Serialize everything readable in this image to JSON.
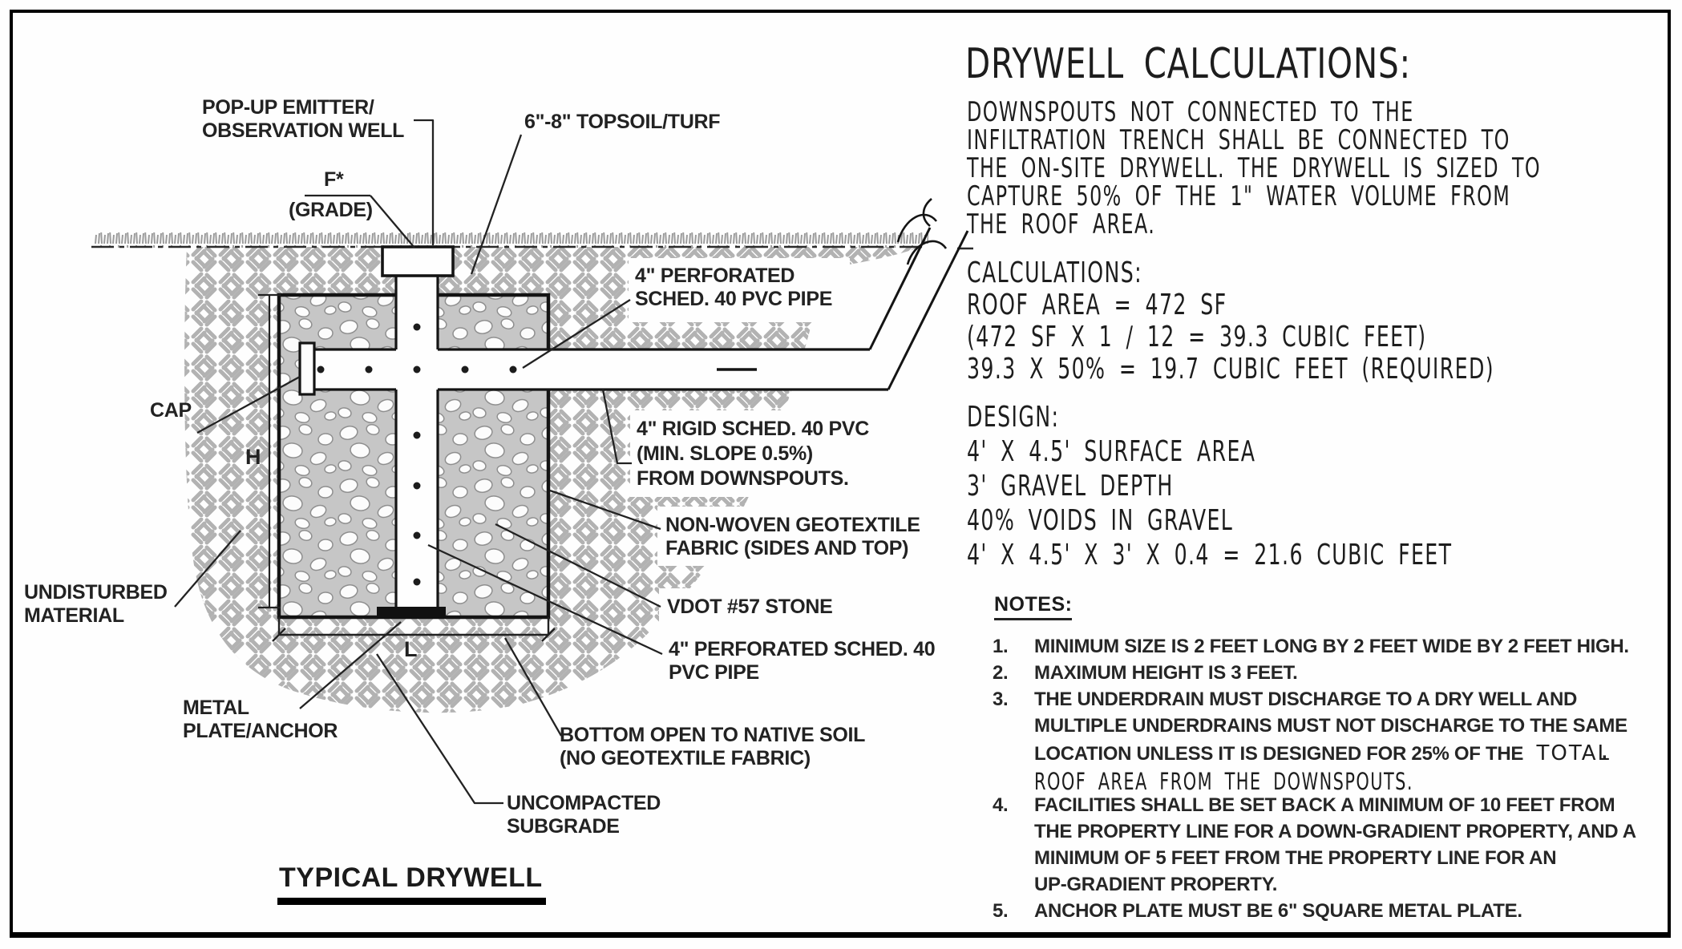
{
  "diagram": {
    "title": "TYPICAL DRYWELL",
    "labels": {
      "popup_1": "POP-UP EMITTER/",
      "popup_2": "OBSERVATION WELL",
      "f_star": "F*",
      "grade": "(GRADE)",
      "topsoil": "6\"-8\" TOPSOIL/TURF",
      "perf_top_1": "4\" PERFORATED",
      "perf_top_2": "SCHED. 40 PVC PIPE",
      "cap": "CAP",
      "dim_h": "H",
      "dim_l": "L",
      "rigid_1": "4\" RIGID SCHED. 40 PVC",
      "rigid_2": "(MIN. SLOPE 0.5%)",
      "rigid_3": "FROM DOWNSPOUTS.",
      "nonwoven_1": "NON-WOVEN GEOTEXTILE",
      "nonwoven_2": "FABRIC (SIDES AND TOP)",
      "undisturbed_1": "UNDISTURBED",
      "undisturbed_2": "MATERIAL",
      "vdot": "VDOT #57 STONE",
      "perf_bot_1": "4\" PERFORATED SCHED. 40",
      "perf_bot_2": "PVC PIPE",
      "metal_1": "METAL",
      "metal_2": "PLATE/ANCHOR",
      "bottom_1": "BOTTOM OPEN TO NATIVE SOIL",
      "bottom_2": "(NO GEOTEXTILE FABRIC)",
      "uncompacted_1": "UNCOMPACTED",
      "uncompacted_2": "SUBGRADE"
    }
  },
  "calc": {
    "heading": "DRYWELL CALCULATIONS:",
    "intro": [
      "DOWNSPOUTS NOT CONNECTED TO THE",
      "INFILTRATION TRENCH SHALL BE CONNECTED TO",
      "THE ON-SITE DRYWELL. THE DRYWELL IS SIZED TO",
      "CAPTURE 50% OF THE 1\" WATER VOLUME FROM",
      "THE ROOF AREA."
    ],
    "calc_header": "CALCULATIONS:",
    "calc_lines": [
      "ROOF AREA = 472 SF",
      "(472 SF X 1 / 12 = 39.3 CUBIC FEET)",
      "39.3 X 50% = 19.7 CUBIC FEET (REQUIRED)"
    ],
    "design_header": "DESIGN:",
    "design_lines": [
      "4' X 4.5' SURFACE AREA",
      "3' GRAVEL DEPTH",
      "40% VOIDS IN GRAVEL",
      "4' X 4.5' X 3' X 0.4 = 21.6 CUBIC FEET"
    ],
    "notes_header": "NOTES:",
    "notes": [
      {
        "num": "1.",
        "text": "MINIMUM SIZE IS 2 FEET LONG BY 2 FEET WIDE BY 2 FEET HIGH."
      },
      {
        "num": "2.",
        "text": "MAXIMUM HEIGHT IS 3 FEET."
      },
      {
        "num": "3.",
        "text": "THE UNDERDRAIN MUST DISCHARGE TO A DRY WELL AND"
      },
      {
        "num": "",
        "text": "MULTIPLE UNDERDRAINS MUST NOT DISCHARGE TO THE SAME"
      },
      {
        "num": "",
        "text": "LOCATION UNLESS IT IS DESIGNED FOR 25% OF THE",
        "tail": "TOTAL"
      },
      {
        "num": "",
        "text": "ROOF AREA FROM THE DOWNSPOUTS."
      },
      {
        "num": "4.",
        "text": "FACILITIES SHALL BE SET BACK A MINIMUM OF 10 FEET FROM"
      },
      {
        "num": "",
        "text": "THE PROPERTY LINE FOR A DOWN-GRADIENT PROPERTY, AND A"
      },
      {
        "num": "",
        "text": "MINIMUM OF 5 FEET FROM THE PROPERTY LINE FOR AN"
      },
      {
        "num": "",
        "text": "UP-GRADIENT PROPERTY."
      },
      {
        "num": "5.",
        "text": "ANCHOR PLATE MUST BE 6\" SQUARE METAL PLATE."
      }
    ],
    "stray_period": "."
  }
}
